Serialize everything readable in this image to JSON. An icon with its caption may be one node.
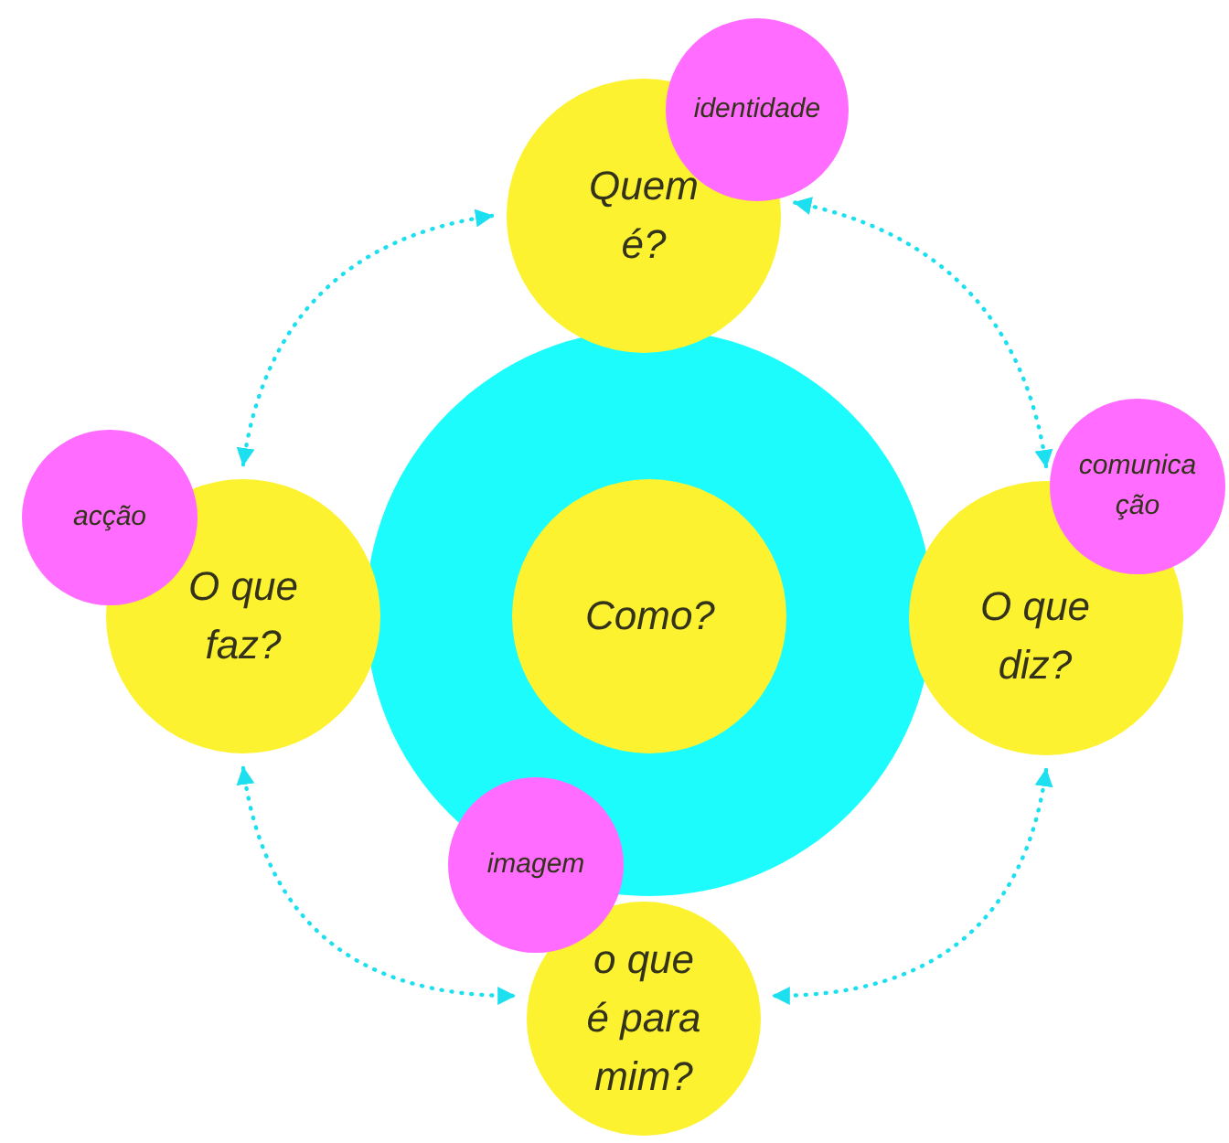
{
  "diagram": {
    "nodes": [
      {
        "text": [
          "identidade"
        ]
      },
      {
        "text": [
          "Quem é?"
        ]
      },
      {
        "text": [
          "acção"
        ]
      },
      {
        "text": [
          "comunicação"
        ]
      },
      {
        "text": [],
        "shape": "circle"
      },
      {
        "text": [
          "Como?"
        ],
        "in": 4
      },
      {
        "text": [
          "O que faz?"
        ]
      },
      {
        "text": [
          "O que diz?"
        ]
      },
      {
        "text": [
          "imagem"
        ]
      },
      {
        "text": [
          "o que é para mim?"
        ]
      }
    ],
    "edges": [
      {
        "from": 1,
        "to": 6,
        "arrow": "both",
        "style": "dashed"
      },
      {
        "from": 1,
        "to": 7,
        "arrow": "both",
        "style": "dashed"
      },
      {
        "from": 6,
        "to": 9,
        "arrow": "both",
        "style": "dashed"
      },
      {
        "from": 7,
        "to": 9,
        "arrow": "both",
        "style": "dashed"
      }
    ]
  }
}
